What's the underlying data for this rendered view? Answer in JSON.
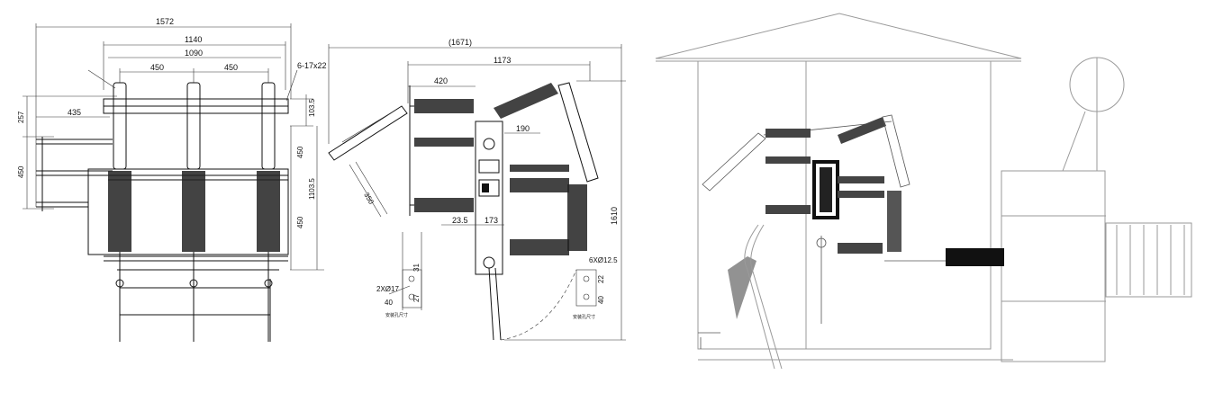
{
  "front_view": {
    "dims": {
      "overall_width": "1572",
      "span_1140": "1140",
      "span_1090": "1090",
      "phase_left": "450",
      "phase_right": "450",
      "holes": "6-17x22",
      "left_257": "257",
      "left_435": "435",
      "left_450": "450",
      "right_103_5": "103.5",
      "right_450_top": "450",
      "right_1103_5": "1103.5",
      "right_450_bottom": "450"
    }
  },
  "side_view": {
    "dims": {
      "overall": "(1671)",
      "width_1173": "1173",
      "top_420": "420",
      "arm_350": "350",
      "d_190": "190",
      "d_23_5": "23.5",
      "d_173": "173",
      "height_1610": "1610",
      "holes_2": "2XØ17",
      "holes_6": "6XØ12.5",
      "d_31": "31",
      "d_27": "27",
      "d_40": "40",
      "d_22": "22",
      "d_40b": "40"
    },
    "notes": {
      "left": "安装孔尺寸",
      "right": "安装孔尺寸"
    }
  },
  "substation_view": {}
}
